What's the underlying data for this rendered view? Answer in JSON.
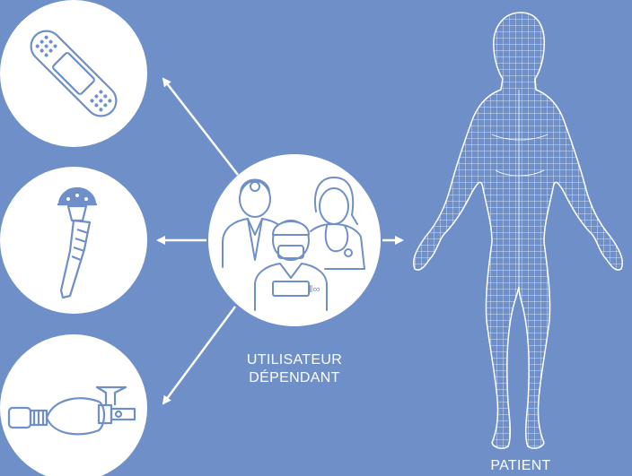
{
  "diagram": {
    "user_label_line1": "UTILISATEUR",
    "user_label_line2": "DÉPENDANT",
    "patient_label": "PATIENT",
    "colors": {
      "background": "#6f8fc9",
      "circle_fill": "#ffffff",
      "line": "#ffffff",
      "icon_stroke": "#6f8fc9"
    },
    "icons": {
      "bandage": "adhesive-bandage-icon",
      "prosthesis": "hip-prosthesis-icon",
      "resuscitator": "bag-valve-mask-icon",
      "users": "medical-staff-icon",
      "patient": "wireframe-human-body"
    }
  }
}
